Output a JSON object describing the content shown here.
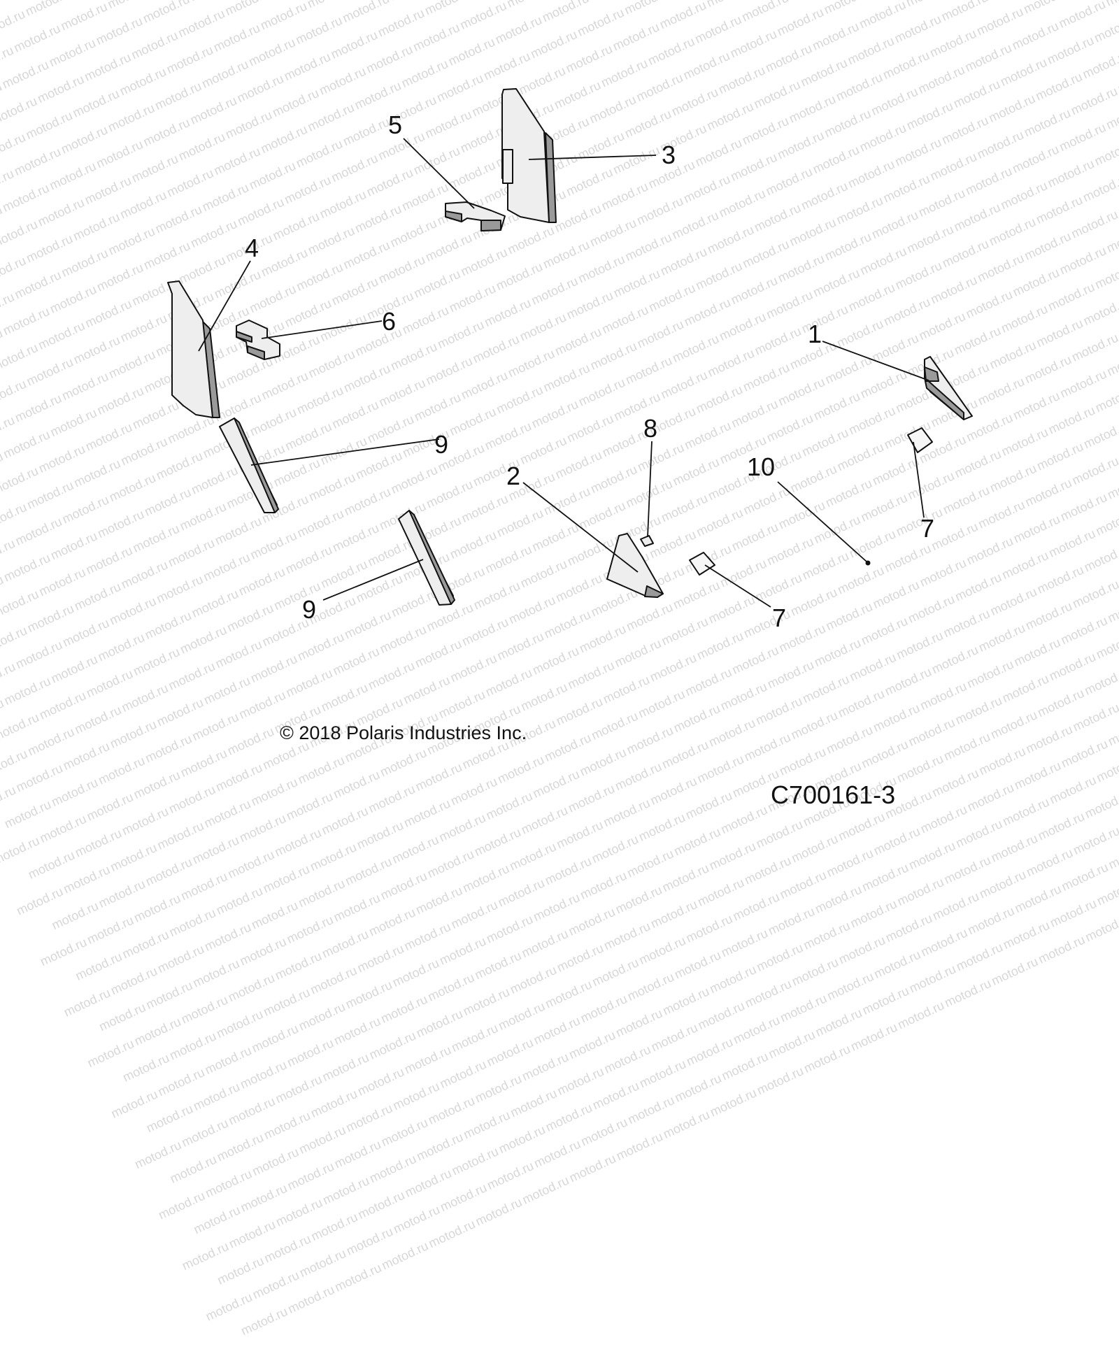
{
  "watermark_text": "motod.ru",
  "callouts": {
    "c1": "1",
    "c2": "2",
    "c3": "3",
    "c4": "4",
    "c5": "5",
    "c6": "6",
    "c7a": "7",
    "c7b": "7",
    "c8": "8",
    "c9a": "9",
    "c9b": "9",
    "c10": "10"
  },
  "copyright": "© 2018 Polaris Industries Inc.",
  "figure_code": "C700161-3",
  "colors": {
    "line": "#111111",
    "part_fill": "#eeeeee",
    "part_shade": "#9a9a9a",
    "watermark": "#d7d7d7"
  }
}
